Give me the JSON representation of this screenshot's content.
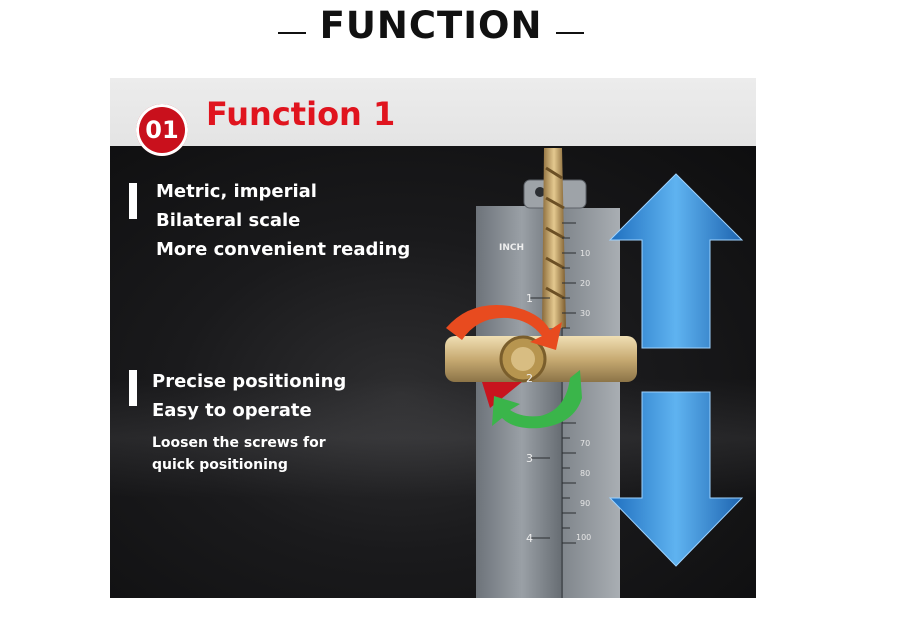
{
  "header": {
    "title": "FUNCTION"
  },
  "panel": {
    "badge": "01",
    "heading": "Function 1",
    "block1": [
      "Metric, imperial",
      "Bilateral scale",
      "More convenient reading"
    ],
    "block2": [
      "Precise positioning",
      "Easy to operate"
    ],
    "block2_small": [
      "Loosen the screws for",
      "quick positioning"
    ]
  },
  "ruler": {
    "unit_label": "INCH",
    "inch_marks": [
      "1",
      "2",
      "3",
      "4"
    ],
    "mm_marks": [
      "10",
      "20",
      "30",
      "70",
      "80",
      "90",
      "100"
    ]
  },
  "colors": {
    "accent_red": "#e0141e",
    "badge_red": "#c9101c",
    "arrow_blue": "#3a8fd8",
    "rotate_red": "#e84b1f",
    "rotate_green": "#3ab54a"
  },
  "icons": [
    "up-arrow-icon",
    "down-arrow-icon",
    "rotate-red-arrow-icon",
    "rotate-green-arrow-icon"
  ]
}
